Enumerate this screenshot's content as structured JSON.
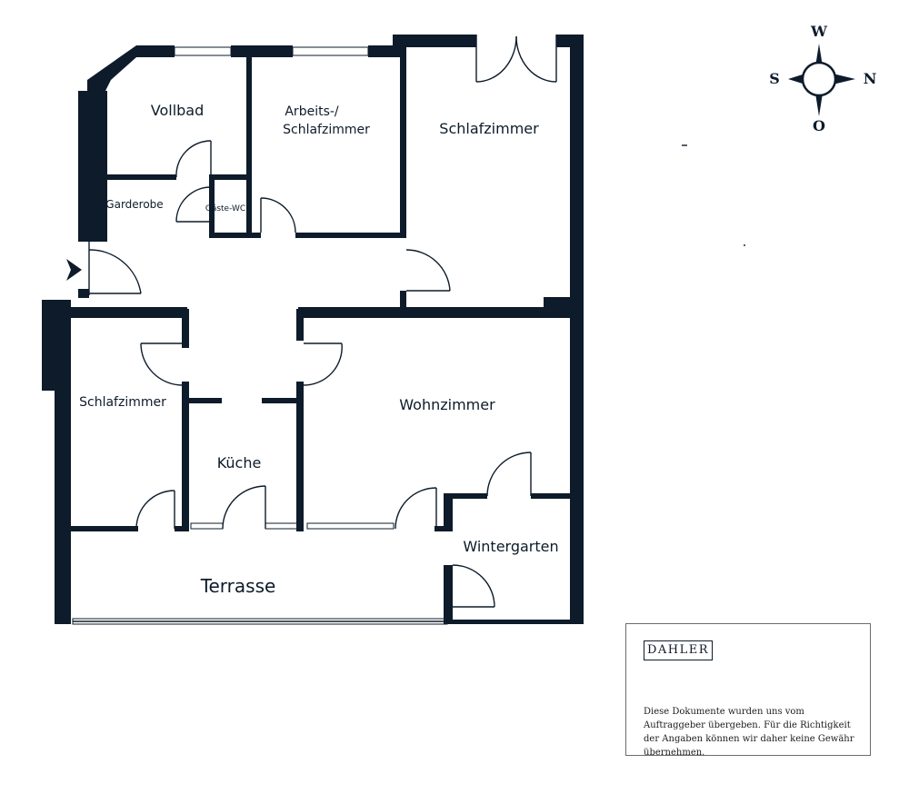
{
  "rooms": {
    "vollbad": "Vollbad",
    "arbeits_line1": "Arbeits-/",
    "arbeits_line2": "Schlafzimmer",
    "schlafzimmer_master": "Schlafzimmer",
    "garderobe": "Garderobe",
    "gaeste_wc": "Gäste-WC",
    "schlafzimmer_2": "Schlafzimmer",
    "wohnzimmer": "Wohnzimmer",
    "kueche": "Küche",
    "wintergarten": "Wintergarten",
    "terrasse": "Terrasse"
  },
  "compass": {
    "top": "W",
    "left": "S",
    "right": "N",
    "bottom": "O"
  },
  "branding": {
    "logo": "DAHLER",
    "disclaimer": "Diese Dokumente wurden uns vom Auftraggeber übergeben. Für die Richtigkeit der Angaben können wir daher keine Gewähr übernehmen."
  },
  "colors": {
    "walls": "#0d1b2a",
    "background": "#ffffff",
    "box_border": "#6b6b6b"
  },
  "icons": {
    "entrance": "entrance-arrow-icon",
    "compass": "compass-rose-icon"
  }
}
